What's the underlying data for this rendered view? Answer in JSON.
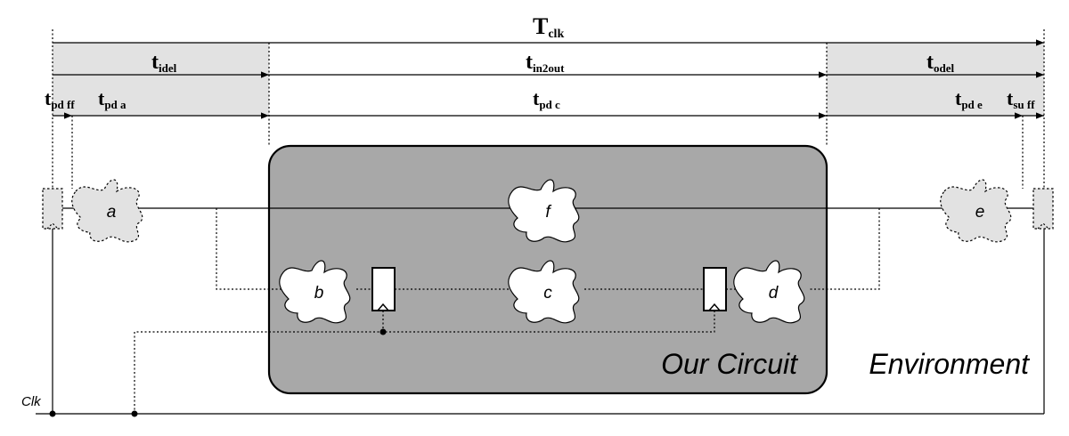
{
  "timing": {
    "tclk": {
      "main": "T",
      "sub": "clk"
    },
    "tidel": {
      "main": "t",
      "sub": "idel"
    },
    "tin2out": {
      "main": "t",
      "sub": "in2out"
    },
    "todel": {
      "main": "t",
      "sub": "odel"
    },
    "tpdff": {
      "main": "t",
      "sub": "pd ff"
    },
    "tpda": {
      "main": "t",
      "sub": "pd a"
    },
    "tpdc": {
      "main": "t",
      "sub": "pd c"
    },
    "tpde": {
      "main": "t",
      "sub": "pd e"
    },
    "tsuff": {
      "main": "t",
      "sub": "su ff"
    }
  },
  "blocks": {
    "a": "a",
    "b": "b",
    "c": "c",
    "d": "d",
    "e": "e",
    "f": "f"
  },
  "labels": {
    "circuit": "Our Circuit",
    "environment": "Environment",
    "clk": "Clk"
  },
  "colors": {
    "band": "#e2e2e2",
    "circuit_fill": "#a8a8a8",
    "line": "#000000"
  }
}
